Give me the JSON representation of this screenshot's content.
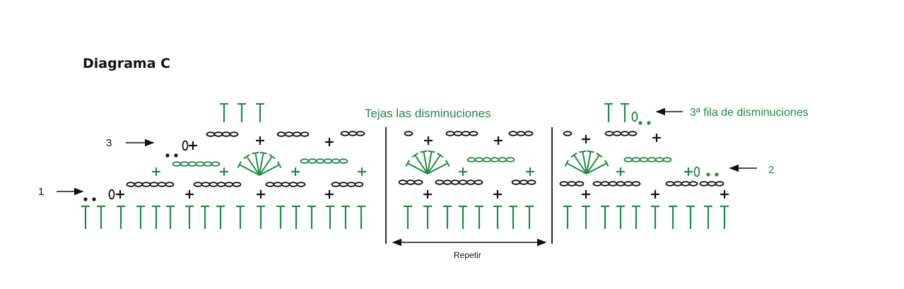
{
  "diagram": {
    "title": "Diagrama C",
    "annotations": {
      "weave_label": "Tejas las disminuciones",
      "third_row_label": "3ª fila de disminuciones",
      "repeat_label": "Repetir",
      "row_marker_1": "1",
      "row_marker_2": "2",
      "row_marker_3": "3"
    },
    "colors": {
      "green": "#1e8a45",
      "black": "#111111"
    },
    "symbols": {
      "tall": "T",
      "plus": "+",
      "chain": "o",
      "dot": "•"
    }
  }
}
